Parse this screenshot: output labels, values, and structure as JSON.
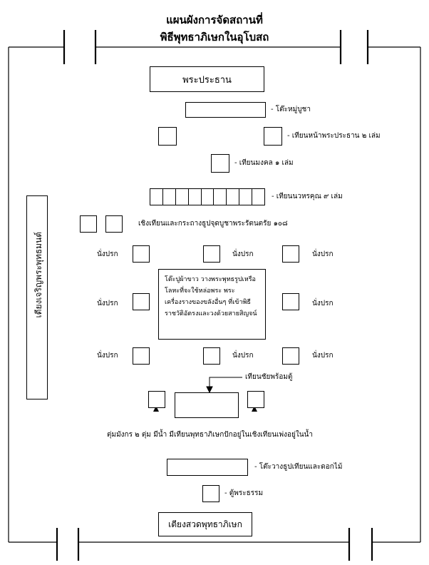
{
  "title": {
    "line1": "แผนผังการจัดสถานที่",
    "line2": "พิธีพุทธาภิเษกในอุโบสถ"
  },
  "labels": {
    "presiding_monk": "พระประธาน",
    "altar_table": "- โต๊ะหมู่บูชา",
    "candles_front": "- เทียนหน้าพระประธาน ๒ เล่ม",
    "candle_auspicious": "- เทียนมงคล ๑ เล่ม",
    "candles_navagraha": "- เทียนนวหรคุณ ๙ เล่ม",
    "candle_holders": "เชิงเทียนและกระถางธูปจุดบูชาพระรัตนตรัย ๑๐๘",
    "seat": "นั่งปรก",
    "center_table": "โต๊ะปูผ้าขาว วางพระพุทธรูปเหรือโลหะที่จะใช้หล่อพระ พระเครื่องรางของขลังอื่นๆ ที่เข้าพิธีราชวัติอัตรงและวงด้วยสายสิญจน์",
    "victory_candle": "เทียนชัยพร้อมตู้",
    "water_pots": "ตุ่มมังกร ๒ ตุ่ม มีน้ำ มีเทียนพุทธาภิเษกปักอยู่ในเชิงเทียนเพ่งอยู่ในน้ำ",
    "flower_table": "- โต๊ะวางธูปเทียนและดอกไม้",
    "scripture_cabinet": "- ตู้พระธรรม",
    "chanting_bed": "เตียงสวดพุทธาภิเษก",
    "chanting_monks_bed": "เตียงเจริญพระพุทธมนต์"
  }
}
